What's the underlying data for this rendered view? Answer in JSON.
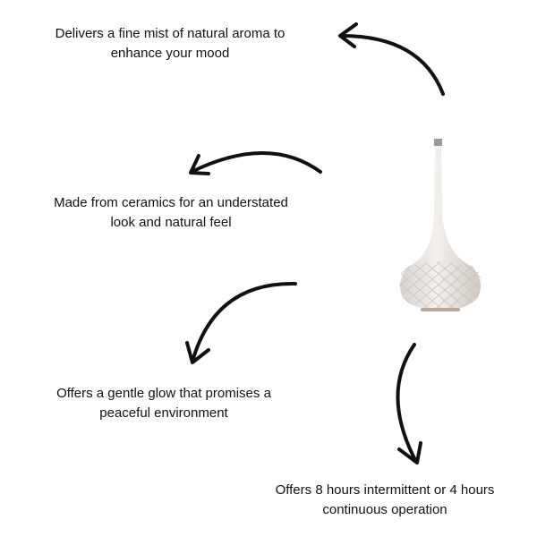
{
  "features": [
    {
      "lines": [
        "Delivers a fine mist of natural aroma to",
        "enhance your mood"
      ]
    },
    {
      "lines": [
        "Made from ceramics for an understated",
        "look and natural feel"
      ]
    },
    {
      "lines": [
        "Offers a gentle glow that promises a",
        "peaceful environment"
      ]
    },
    {
      "lines": [
        "Offers 8 hours intermittent or 4 hours",
        "continuous operation"
      ]
    }
  ],
  "colors": {
    "arrow": "#111111",
    "product": "#ece8e4"
  }
}
